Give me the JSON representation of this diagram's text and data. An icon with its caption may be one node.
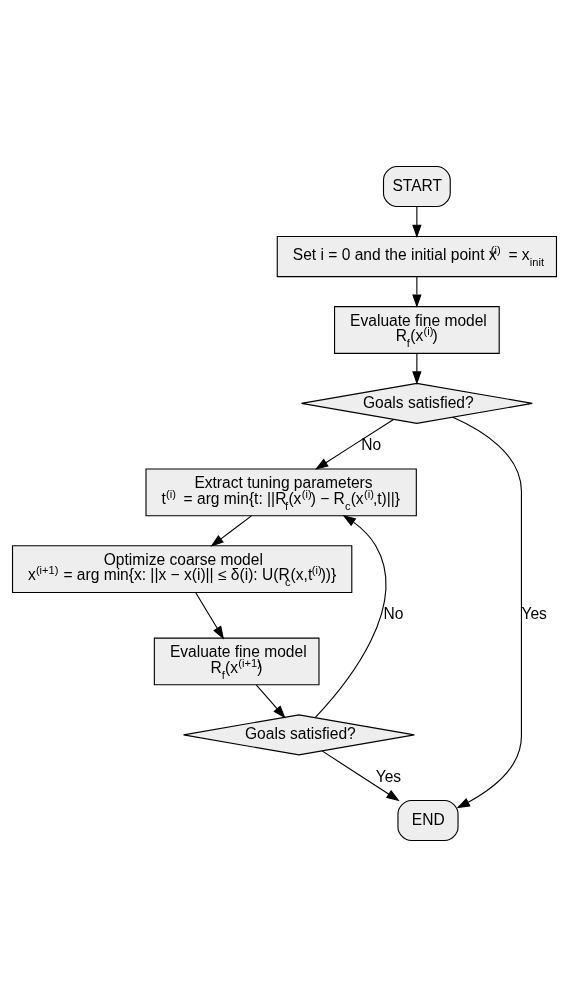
{
  "diagram": {
    "nodes": [
      {
        "text": [
          "START"
        ]
      },
      {
        "text": [
          "Set i = 0 and the initial point x$^{(i)}$ = x$_{init}$"
        ]
      },
      {
        "text": [
          "Evaluate fine model",
          "R$_{f}$(x$^{(i)}$)"
        ]
      },
      {
        "text": [
          "Goals satisfied?"
        ]
      },
      {
        "text": [
          "Extract tuning parameters",
          "t$^{(i)}$ = arg min{t: ||R$_{f}$(x$^{(i)}$) − R$_{c}$(x$^{(i)}$,t)||}"
        ]
      },
      {
        "text": [
          "Optimize coarse model",
          "x$^{(i+1)}$ = arg min{x: ||x − x(i)|| ≤ δ(i): U(R$_{c}$(x,t$^{(i)}$))}"
        ]
      },
      {
        "text": [
          "Evaluate fine model",
          "R$_{f}$(x$^{(i+1)}$)"
        ]
      },
      {
        "text": [
          "Goals satisfied?"
        ]
      },
      {
        "text": [
          "END"
        ]
      }
    ],
    "edges": [
      {
        "from": 0,
        "to": 1,
        "arrow": "to"
      },
      {
        "from": 1,
        "to": 2,
        "arrow": "to"
      },
      {
        "from": 2,
        "to": 3,
        "arrow": "to"
      },
      {
        "from": 3,
        "to": 4,
        "arrow": "to",
        "label": "No"
      },
      {
        "from": 3,
        "to": 8,
        "arrow": "to",
        "label": "Yes"
      },
      {
        "from": 4,
        "to": 5,
        "arrow": "to"
      },
      {
        "from": 5,
        "to": 6,
        "arrow": "to"
      },
      {
        "from": 6,
        "to": 7,
        "arrow": "to"
      },
      {
        "from": 7,
        "to": 8,
        "arrow": "to",
        "label": "Yes"
      },
      {
        "from": 7,
        "to": 4,
        "arrow": "to",
        "label": "No"
      }
    ]
  }
}
